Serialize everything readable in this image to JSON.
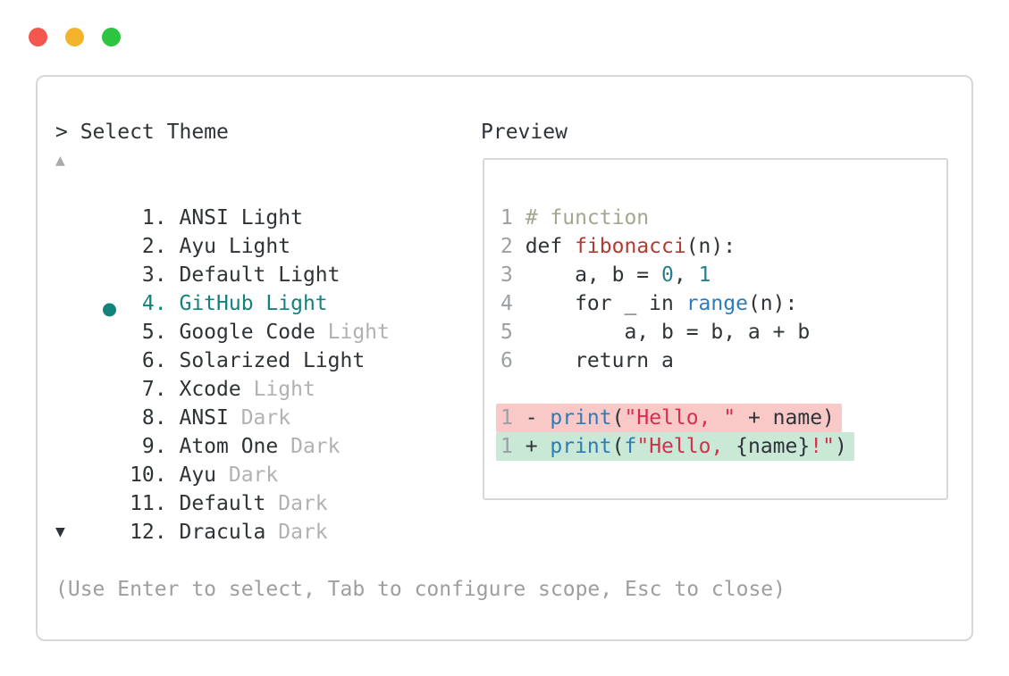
{
  "window": {
    "controls": [
      {
        "name": "close",
        "color": "#f4574e"
      },
      {
        "name": "minimize",
        "color": "#f3b32b"
      },
      {
        "name": "zoom",
        "color": "#2cc440"
      }
    ],
    "prompt": "> Select Theme",
    "preview_label": "Preview",
    "scroll_up_icon": "▲",
    "scroll_down_icon": "▼",
    "help_text": "(Use Enter to select, Tab to configure scope, Esc to close)"
  },
  "theme_list": {
    "selected": "GitHub Light",
    "items": [
      {
        "number": "1",
        "name": "ANSI Light",
        "suffix": "",
        "suffix_muted": false,
        "selected": false
      },
      {
        "number": "2",
        "name": "Ayu Light",
        "suffix": "",
        "suffix_muted": false,
        "selected": false
      },
      {
        "number": "3",
        "name": "Default Light",
        "suffix": "",
        "suffix_muted": false,
        "selected": false
      },
      {
        "number": "4",
        "name": "GitHub Light",
        "suffix": "",
        "suffix_muted": false,
        "selected": true
      },
      {
        "number": "5",
        "name": "Google Code",
        "suffix": " Light",
        "suffix_muted": true,
        "selected": false
      },
      {
        "number": "6",
        "name": "Solarized Light",
        "suffix": "",
        "suffix_muted": false,
        "selected": false
      },
      {
        "number": "7",
        "name": "Xcode",
        "suffix": " Light",
        "suffix_muted": true,
        "selected": false
      },
      {
        "number": "8",
        "name": "ANSI",
        "suffix": " Dark",
        "suffix_muted": true,
        "selected": false
      },
      {
        "number": "9",
        "name": "Atom One",
        "suffix": " Dark",
        "suffix_muted": true,
        "selected": false
      },
      {
        "number": "10",
        "name": "Ayu",
        "suffix": " Dark",
        "suffix_muted": true,
        "selected": false
      },
      {
        "number": "11",
        "name": "Default",
        "suffix": " Dark",
        "suffix_muted": true,
        "selected": false
      },
      {
        "number": "12",
        "name": "Dracula",
        "suffix": " Dark",
        "suffix_muted": true,
        "selected": false
      }
    ]
  },
  "preview": {
    "code_lines": [
      {
        "lineno": "1",
        "segments": [
          {
            "text": "# function",
            "color": "comment"
          }
        ]
      },
      {
        "lineno": "2",
        "segments": [
          {
            "text": "def ",
            "color": "default"
          },
          {
            "text": "fibonacci",
            "color": "function"
          },
          {
            "text": "(n):",
            "color": "default"
          }
        ]
      },
      {
        "lineno": "3",
        "segments": [
          {
            "text": "    a, b = ",
            "color": "default"
          },
          {
            "text": "0",
            "color": "number"
          },
          {
            "text": ", ",
            "color": "default"
          },
          {
            "text": "1",
            "color": "number"
          }
        ]
      },
      {
        "lineno": "4",
        "segments": [
          {
            "text": "    for _ in ",
            "color": "default"
          },
          {
            "text": "range",
            "color": "builtin"
          },
          {
            "text": "(n):",
            "color": "default"
          }
        ]
      },
      {
        "lineno": "5",
        "segments": [
          {
            "text": "        a, b = b, a + b",
            "color": "default"
          }
        ]
      },
      {
        "lineno": "6",
        "segments": [
          {
            "text": "    return a",
            "color": "default"
          }
        ]
      },
      {
        "blank": true
      },
      {
        "lineno": "1",
        "diff": "removed",
        "segments": [
          {
            "text": "- ",
            "color": "default"
          },
          {
            "text": "print",
            "color": "builtin"
          },
          {
            "text": "(",
            "color": "default"
          },
          {
            "text": "\"Hello, \"",
            "color": "string"
          },
          {
            "text": " + name)",
            "color": "default"
          }
        ]
      },
      {
        "lineno": "1",
        "diff": "added",
        "segments": [
          {
            "text": "+ ",
            "color": "default"
          },
          {
            "text": "print",
            "color": "builtin"
          },
          {
            "text": "(",
            "color": "default"
          },
          {
            "text": "f",
            "color": "builtin"
          },
          {
            "text": "\"Hello, ",
            "color": "string"
          },
          {
            "text": "{name}",
            "color": "default"
          },
          {
            "text": "!\"",
            "color": "string"
          },
          {
            "text": ")",
            "color": "default"
          }
        ]
      }
    ]
  },
  "colors": {
    "accent": "#12837c",
    "muted_text": "#b0b1b3",
    "syntax": {
      "default": "#2e3338",
      "comment": "#a2a78f",
      "function": "#b23a31",
      "number": "#26808b",
      "builtin": "#2d7cba",
      "string": "#da2d4e",
      "lineno": "#9da0a3"
    },
    "diff_removed_bg": "#f9c9c8",
    "diff_added_bg": "#c9e8d5"
  }
}
